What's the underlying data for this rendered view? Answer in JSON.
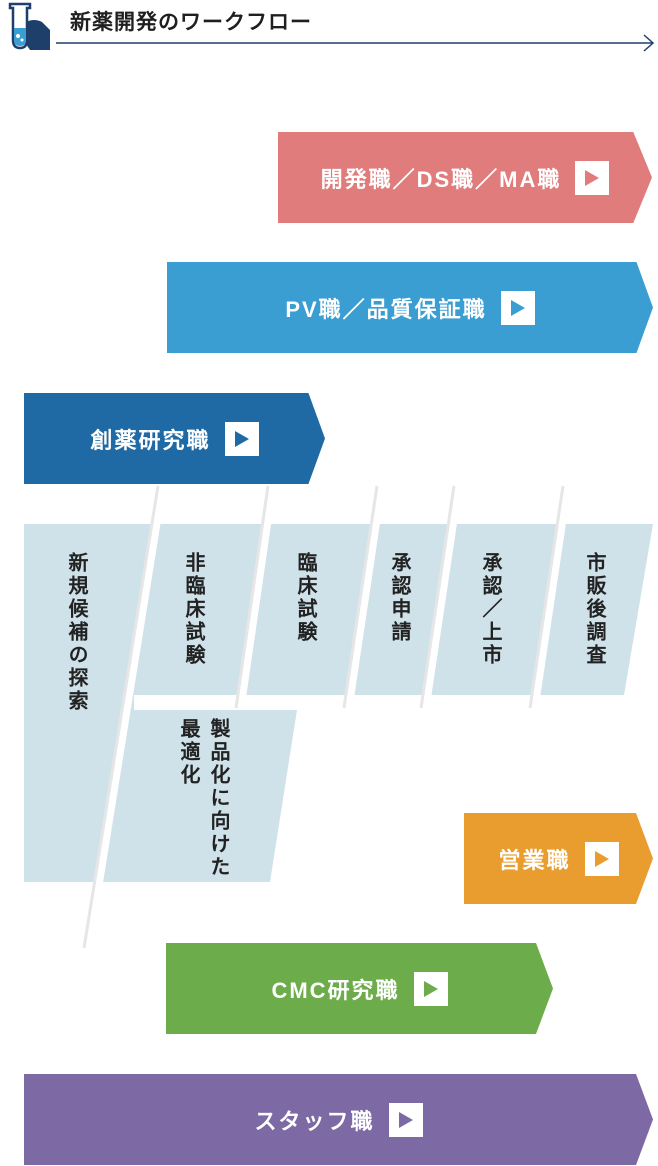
{
  "header": {
    "title": "新薬開発のワークフロー",
    "icon": "test-tube-hand-icon"
  },
  "roles": [
    {
      "label": "開発職／DS職／MA職",
      "color": "#e07c7c"
    },
    {
      "label": "PV職／品質保証職",
      "color": "#3a9ed3"
    },
    {
      "label": "創薬研究職",
      "color": "#1f6aa5"
    },
    {
      "label": "営業職",
      "color": "#ea9d2f"
    },
    {
      "label": "CMC研究職",
      "color": "#6cac4a"
    },
    {
      "label": "スタッフ職",
      "color": "#7d69a3"
    }
  ],
  "stages": [
    {
      "label": "新規候補の探索"
    },
    {
      "label": "非臨床試験"
    },
    {
      "label": "臨床試験"
    },
    {
      "label": "承認申請"
    },
    {
      "label": "承認／上市"
    },
    {
      "label": "市販後調査"
    }
  ],
  "sub_stage": {
    "line1": "製品化に向けた",
    "line2": "最適化"
  },
  "colors": {
    "stage_band": "#cfe2ea",
    "header_line": "#1f3f6b"
  }
}
